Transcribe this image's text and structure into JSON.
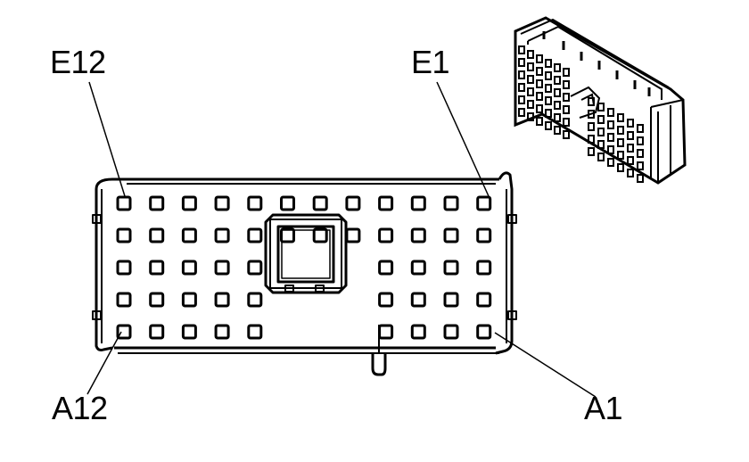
{
  "labels": {
    "top_left": "E12",
    "top_right": "E1",
    "bottom_left": "A12",
    "bottom_right": "A1"
  },
  "connector": {
    "rows": 5,
    "columns": 12,
    "center_keep_out": {
      "rows": [
        2,
        3,
        4
      ],
      "columns": [
        5,
        6,
        7
      ]
    }
  },
  "colors": {
    "line": "#000000",
    "background": "#ffffff"
  }
}
